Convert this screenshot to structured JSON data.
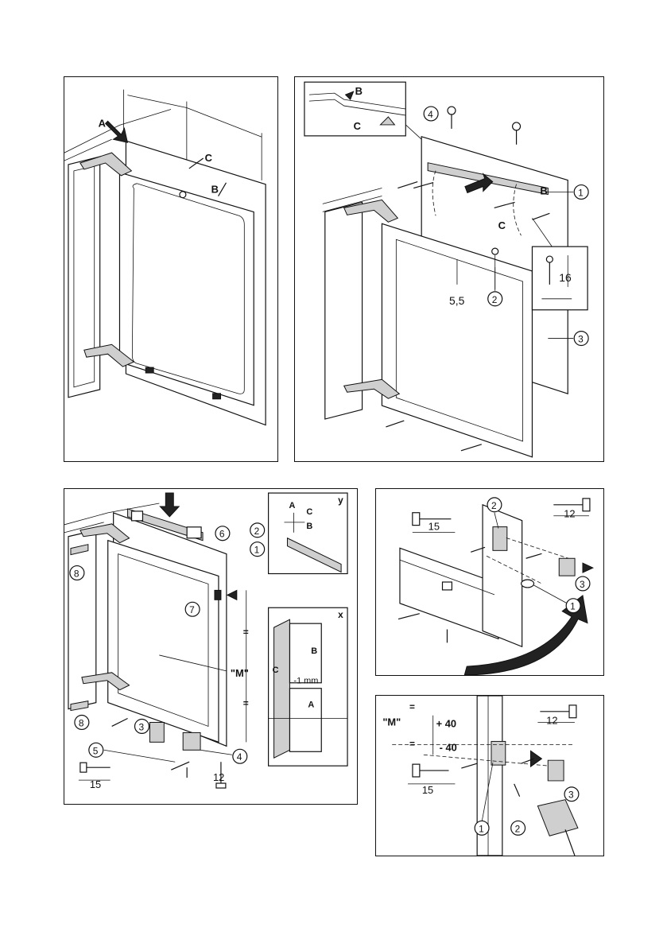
{
  "panel1": {
    "labels": {
      "a": "A",
      "b": "B",
      "c": "C"
    }
  },
  "panel2": {
    "labels": {
      "b_inset": "B",
      "c_inset": "C",
      "b": "B",
      "c": "C"
    },
    "callouts": {
      "n1": "1",
      "n2": "2",
      "n3": "3",
      "n4": "4"
    },
    "dims": {
      "d16": "16",
      "d55": "5,5"
    }
  },
  "panel3": {
    "callouts": {
      "n1": "1",
      "n2": "2",
      "n3": "3",
      "n4": "4",
      "n5": "5",
      "n6": "6",
      "n7": "7",
      "n8a": "8",
      "n8b": "8"
    },
    "inset_y": {
      "tag": "y",
      "a": "A",
      "b": "B",
      "c": "C"
    },
    "inset_x": {
      "tag": "x",
      "b": "B",
      "c": "C",
      "a": "A",
      "gap": "-1 mm"
    },
    "m_label": "\"M\"",
    "eq_top": "=",
    "eq_bottom": "=",
    "dims": {
      "d15": "15",
      "d12": "12"
    }
  },
  "panel4": {
    "callouts": {
      "n1": "1",
      "n2": "2",
      "n3": "3"
    },
    "dims": {
      "d15": "15",
      "d12": "12"
    }
  },
  "panel5": {
    "callouts": {
      "n1": "1",
      "n2": "2",
      "n3": "3"
    },
    "m_label": "\"M\"",
    "plus40": "+ 40",
    "minus40": "- 40",
    "eq_top": "=",
    "eq_bottom": "=",
    "dims": {
      "d15": "15",
      "d12": "12"
    }
  }
}
